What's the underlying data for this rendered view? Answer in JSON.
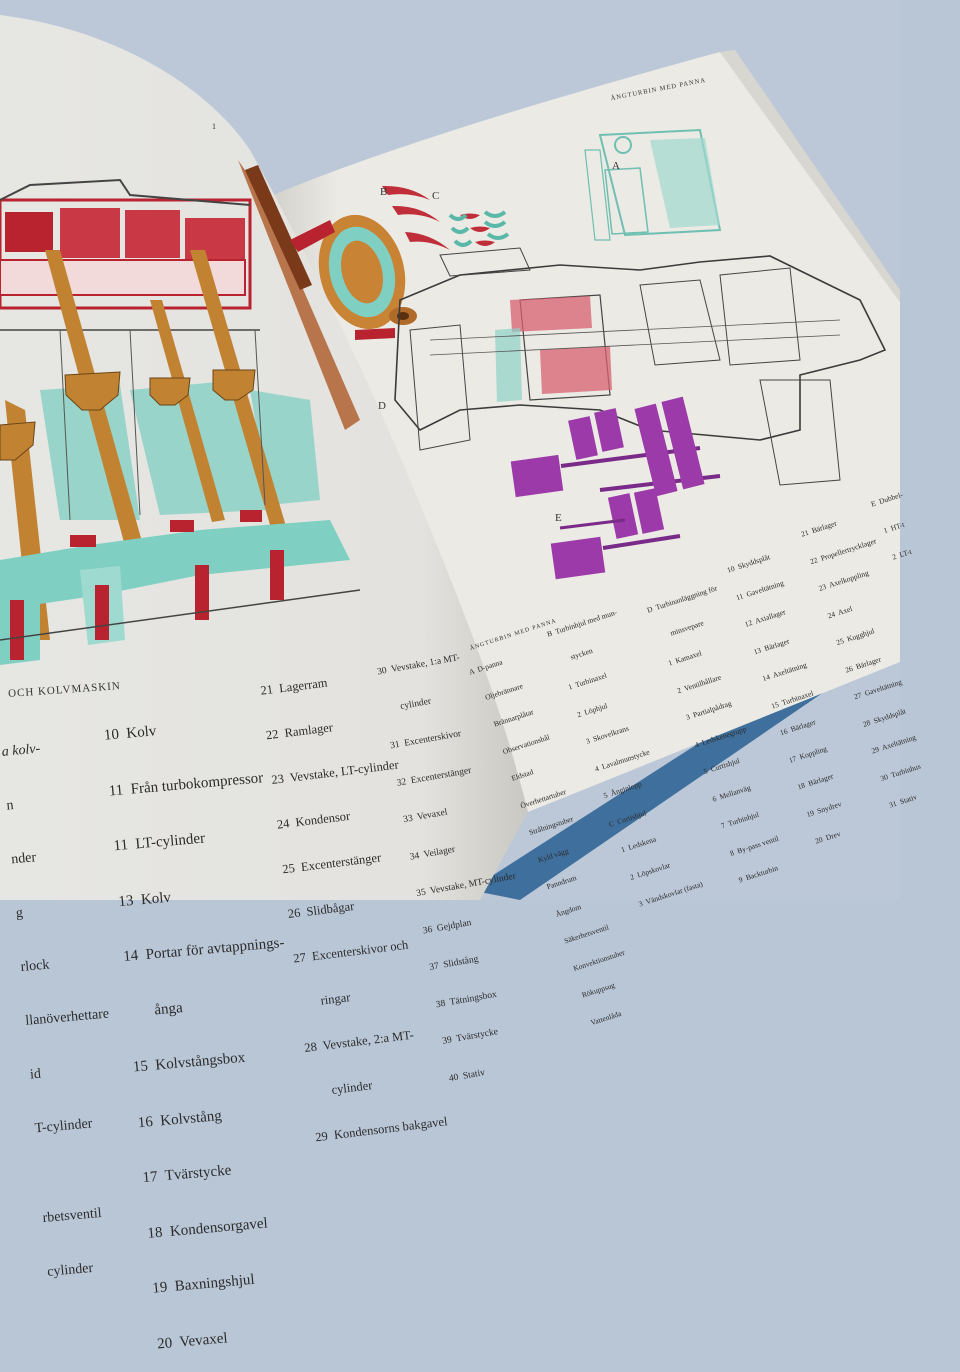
{
  "left_page": {
    "page_number": "1",
    "section_title": "OCH KOLVMASKIN",
    "legend_col1": [
      "a kolv-",
      "n",
      "nder",
      "g",
      "rlock",
      "llanöverhettare",
      "id",
      "T-cylinder",
      "",
      "rbetsventil",
      "cylinder"
    ],
    "legend_col2": [
      "10  Kolv",
      "11  Från turbokompressor",
      "11  LT-cylinder",
      "13  Kolv",
      "14  Portar för avtappnings-",
      "       ånga",
      "15  Kolvstångsbox",
      "16  Kolvstång",
      "17  Tvärstycke",
      "18  Kondensorgavel",
      "19  Baxningshjul",
      "20  Vevaxel"
    ],
    "legend_col3": [
      "21  Lagerram",
      "22  Ramlager",
      "23  Vevstake, LT-cylinder",
      "24  Kondensor",
      "25  Excenterstänger",
      "26  Slidbågar",
      "27  Excenterskivor och",
      "       ringar",
      "28  Vevstake, 2:a MT-",
      "       cylinder",
      "29  Kondensorns bakgavel"
    ],
    "legend_col4": [
      "30  Vevstake, 1:a MT-",
      "       cylinder",
      "31  Excenterskivor",
      "32  Excenterstänger",
      "33  Vevaxel",
      "34  Veilager",
      "35  Vevstake, MT-cylinder",
      "36  Gejdplan",
      "37  Slidstång",
      "38  Tätningsbox",
      "39  Tvärstycke",
      "40  Stativ"
    ]
  },
  "right_page": {
    "header": "ÅNGTURBIN MED PANNA",
    "labels": {
      "A": "A",
      "B": "B",
      "C": "C",
      "D": "D",
      "E": "E"
    },
    "legend_head": "ÅNGTURBIN MED PANNA",
    "legend_col1": [
      "A  D-panna",
      "    Oljebrännare",
      "    Brännarplåtar",
      "    Observationshål",
      "    Eldstad",
      "    Överhettartuber",
      "    Strålningstuber",
      "    Kyld vägg",
      "    Panndrum",
      "    Ångdom",
      "    Säkerhetsventil",
      "    Konvektionstuber",
      "    Rökuppsug",
      "    Vattenlåda"
    ],
    "legend_col2": [
      "B  Turbinhjul med mun-",
      "        stycken",
      "  1  Turbinaxel",
      "  2  Löphjul",
      "  3  Skovelkrans",
      "  4  Lavalmunstycke",
      "  5  Ånginlopp",
      "C  Curtishjul",
      "  1  Ledskena",
      "  2  Löpskovlar",
      "  3  Vändskovlar (fasta)"
    ],
    "legend_col3": [
      "D  Turbinanläggning för",
      "        minsvepare",
      "  1  Kamaxel",
      "  2  Ventilhållare",
      "  3  Partialpådrag",
      "  4  Ledskenegrupp",
      "  5  Curtishjul",
      "  6  Mellanväg",
      "  7  Turbinhjul",
      "  8  By-pass ventil",
      "  9  Backturbin"
    ],
    "legend_col4": [
      "10  Skyddsplåt",
      "11  Gaveltätning",
      "12  Axiallager",
      "13  Bärlager",
      "14  Axeltätning",
      "15  Turbinaxel",
      "16  Bärlager",
      "17  Koppling",
      "18  Bärlager",
      "19  Snydrev",
      "20  Drev"
    ],
    "legend_col5": [
      "21  Bärlager",
      "22  Propellertrycklager",
      "23  Axelkoppling",
      "24  Axel",
      "25  Kugghjul",
      "26  Bärlager",
      "27  Gaveltätning",
      "28  Skyddsplåt",
      "29  Axeltätning",
      "30  Turbinhus",
      "31  Stativ"
    ],
    "legend_col6": [
      "E  Dubbel-",
      "  1  HT-t",
      "  2  LT-t"
    ]
  },
  "colors": {
    "cloth": "#b9c6d6",
    "page": "#ecebe6",
    "drawing_red": "#b8232f",
    "drawing_brown": "#b8792f",
    "drawing_teal": "#7fcfc2",
    "drawing_purple": "#9b3aa8"
  }
}
